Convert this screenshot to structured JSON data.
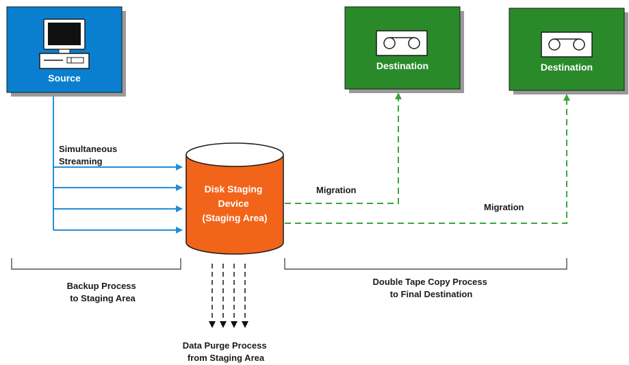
{
  "colors": {
    "source_fill": "#0a7fcf",
    "destination_fill": "#2a8a2a",
    "cylinder_fill": "#f26419",
    "stream_line": "#1f8fd6",
    "migration_line": "#3aa53a",
    "shadow": "#9a9a9a"
  },
  "source": {
    "label": "Source",
    "icon": "computer-icon"
  },
  "destinations": [
    {
      "label": "Destination",
      "icon": "tape-drive-icon"
    },
    {
      "label": "Destination",
      "icon": "tape-drive-icon"
    }
  ],
  "staging": {
    "lines": [
      "Disk Staging",
      "Device",
      "(Staging Area)"
    ]
  },
  "streaming_label": [
    "Simultaneous",
    "Streaming"
  ],
  "migration_labels": [
    "Migration",
    "Migration"
  ],
  "backup_label": [
    "Backup Process",
    "to Staging Area"
  ],
  "copy_label": [
    "Double Tape Copy Process",
    "to Final Destination"
  ],
  "purge_label": [
    "Data Purge Process",
    "from Staging Area"
  ]
}
